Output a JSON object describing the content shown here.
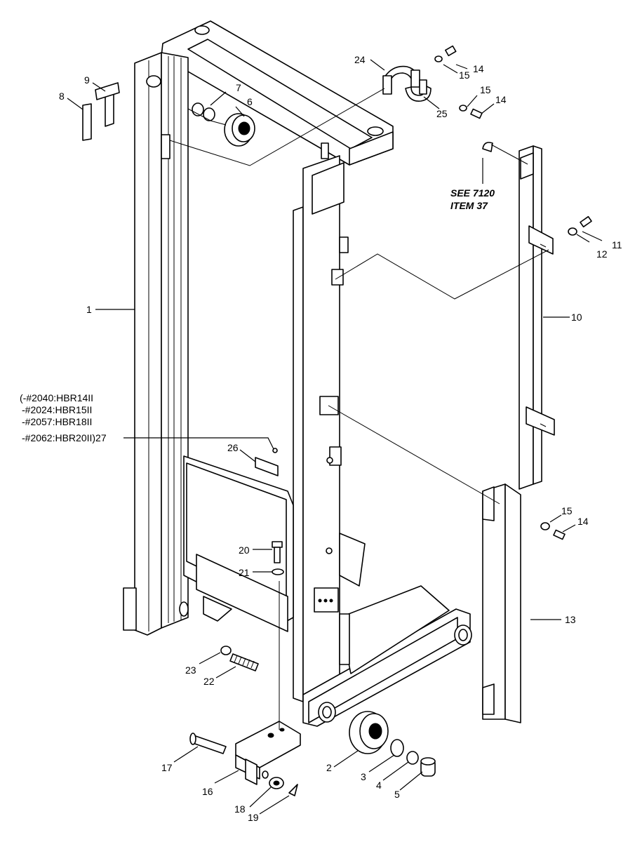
{
  "diagram": {
    "callouts": {
      "c1": "1",
      "c2": "2",
      "c3": "3",
      "c4": "4",
      "c5": "5",
      "c6": "6",
      "c7": "7",
      "c8": "8",
      "c9": "9",
      "c10": "10",
      "c11": "11",
      "c12": "12",
      "c13": "13",
      "c14a": "14",
      "c14b": "14",
      "c14c": "14",
      "c15a": "15",
      "c15b": "15",
      "c15c": "15",
      "c16": "16",
      "c17": "17",
      "c18": "18",
      "c19": "19",
      "c20": "20",
      "c21": "21",
      "c22": "22",
      "c23": "23",
      "c24": "24",
      "c25": "25",
      "c26": "26"
    },
    "see_note": {
      "line1": "SEE 7120",
      "line2": "ITEM 37"
    },
    "serial_note": {
      "line1": "(-#2040:HBR14II",
      "line2": "-#2024:HBR15II",
      "line3": "-#2057:HBR18II",
      "line4": "-#2062:HBR20II)27"
    }
  }
}
